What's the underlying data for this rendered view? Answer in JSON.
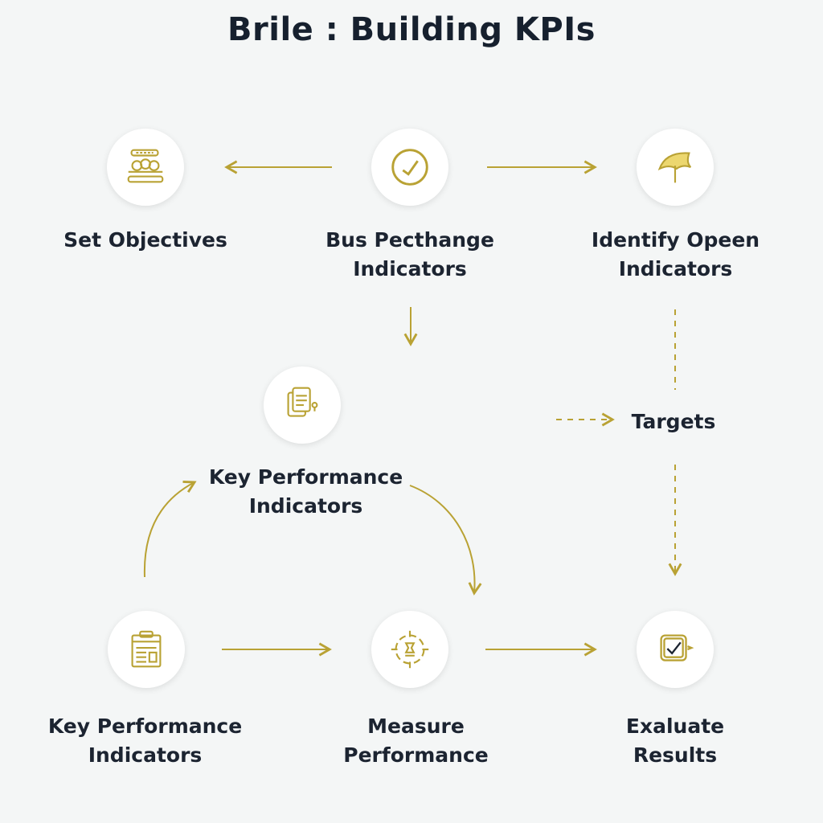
{
  "title": "Brile : Building KPIs",
  "nodes": {
    "set_objectives": {
      "label_1": "Set Objectives",
      "icon": "people-chat-icon"
    },
    "business_indicators": {
      "label_1": "Bus Pecthange",
      "label_2": "Indicators",
      "icon": "check-circle-icon"
    },
    "identify_open": {
      "label_1": "Identify Opeen",
      "label_2": "Indicators",
      "icon": "umbrella-icon"
    },
    "kpi_top": {
      "label_1": "Key Performance",
      "label_2": "Indicators",
      "icon": "document-icon"
    },
    "targets": {
      "label_1": "Targets"
    },
    "kpi_bottom": {
      "label_1": "Key Performance",
      "label_2": "Indicators",
      "icon": "clipboard-icon"
    },
    "measure": {
      "label_1": "Measure",
      "label_2": "Performance",
      "icon": "target-crosshair-icon"
    },
    "evaluate": {
      "label_1": "Exaluate",
      "label_2": "Results",
      "icon": "checkbox-icon"
    }
  },
  "colors": {
    "accent": "#b9a234",
    "text": "#1c2431",
    "background": "#f4f6f6"
  }
}
